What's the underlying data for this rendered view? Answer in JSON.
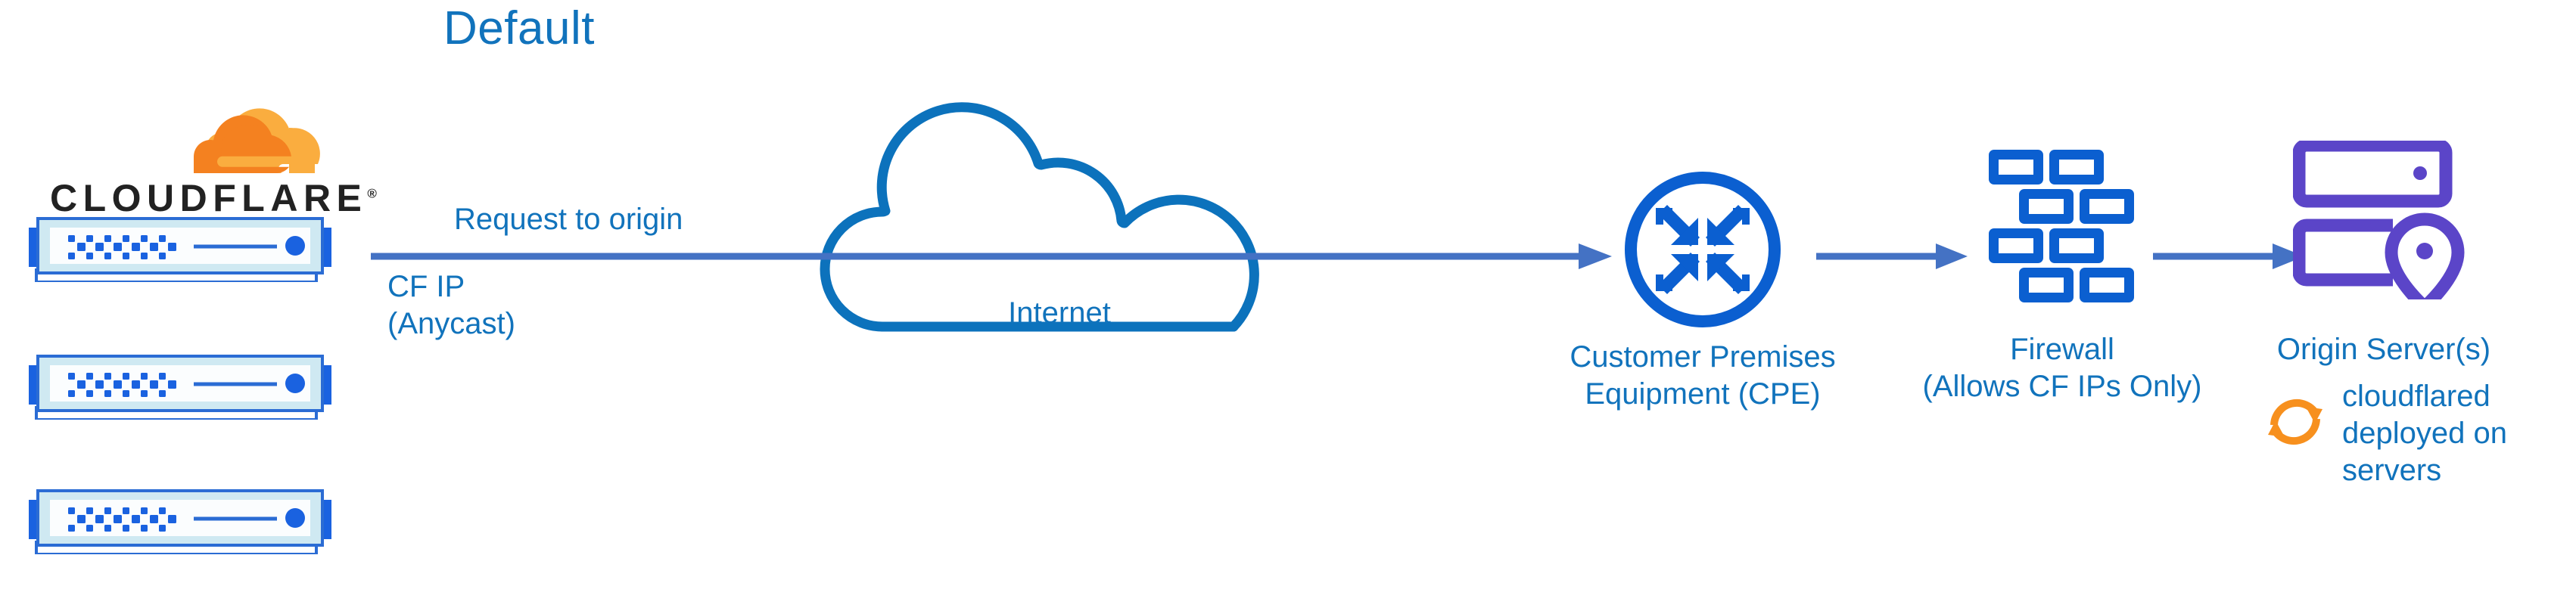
{
  "title": "Default",
  "colors": {
    "title_blue": "#1173BC",
    "label_blue": "#1173BC",
    "icon_blue": "#0B5FD0",
    "cloud_blue": "#0C72BC",
    "arrow_blue": "#4472C4",
    "origin_purple": "#5B45C8",
    "cloudflare_orange": "#F48120",
    "cloudflare_orange_light": "#FAAD3F",
    "wordmark_black": "#222222",
    "server_fill_light": "#CFE9F2",
    "server_fill_white": "#FBFDFE",
    "background": "#FFFFFF"
  },
  "brand": {
    "wordmark": "CLOUDFLARE",
    "registered_mark": "®",
    "logo_name": "cloudflare-cloud-logo"
  },
  "servers": {
    "count": 3,
    "items": [
      {
        "name": "cloudflare-edge-server-1"
      },
      {
        "name": "cloudflare-edge-server-2"
      },
      {
        "name": "cloudflare-edge-server-3"
      }
    ]
  },
  "path_labels": {
    "request": "Request to origin",
    "cf_ip_line1": "CF IP",
    "cf_ip_line2": "(Anycast)"
  },
  "nodes": {
    "internet": {
      "label": "Internet",
      "icon": "cloud-icon"
    },
    "cpe": {
      "label_line1": "Customer Premises",
      "label_line2": "Equipment (CPE)",
      "icon": "router-four-arrows-icon"
    },
    "firewall": {
      "label_line1": "Firewall",
      "label_line2": "(Allows CF IPs Only)",
      "icon": "brick-wall-icon"
    },
    "origin": {
      "label": "Origin Server(s)",
      "icon": "server-with-location-pin-icon"
    }
  },
  "annotation": {
    "sync_icon": "circular-sync-arrows-icon",
    "text_line1": "cloudflared",
    "text_line2": "deployed on",
    "text_line3": "servers"
  },
  "flow": {
    "arrow_main": "cloudflare-to-cpe-arrow",
    "arrow_cpe_firewall": "cpe-to-firewall-arrow",
    "arrow_firewall_origin": "firewall-to-origin-arrow"
  }
}
